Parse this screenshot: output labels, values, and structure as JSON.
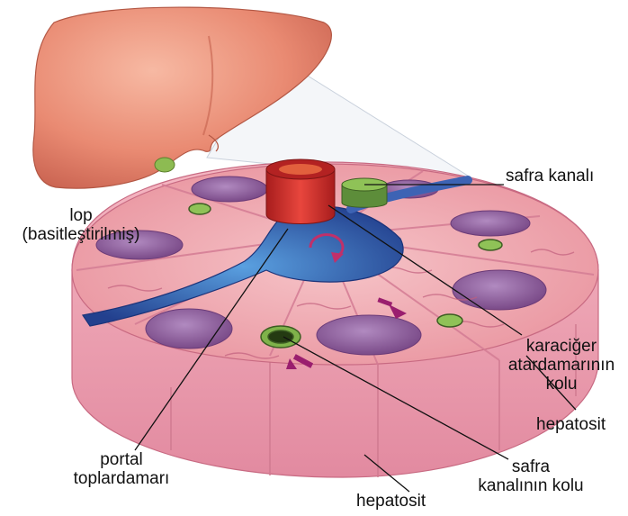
{
  "labels": {
    "lobe": {
      "line1": "lop",
      "line2": "(basitleştirilmiş)"
    },
    "bile_duct": "safra kanalı",
    "hepatic_artery_branch": {
      "line1": "karaciğer",
      "line2": "atardamarının",
      "line3": "kolu"
    },
    "hepatocyte_right": "hepatosit",
    "bile_duct_branch": {
      "line1": "safra",
      "line2": "kanalının kolu"
    },
    "hepatocyte_bottom": "hepatosit",
    "portal_vein": {
      "line1": "portal",
      "line2": "toplardamarı"
    }
  },
  "colors": {
    "liver": "#e98a72",
    "tissue": "#f2a3b2",
    "tissue_dark": "#d9788d",
    "nucleus": "#8f5c9a",
    "vein": "#3d63b4",
    "artery": "#d8302b",
    "bile": "#6fa24a"
  }
}
